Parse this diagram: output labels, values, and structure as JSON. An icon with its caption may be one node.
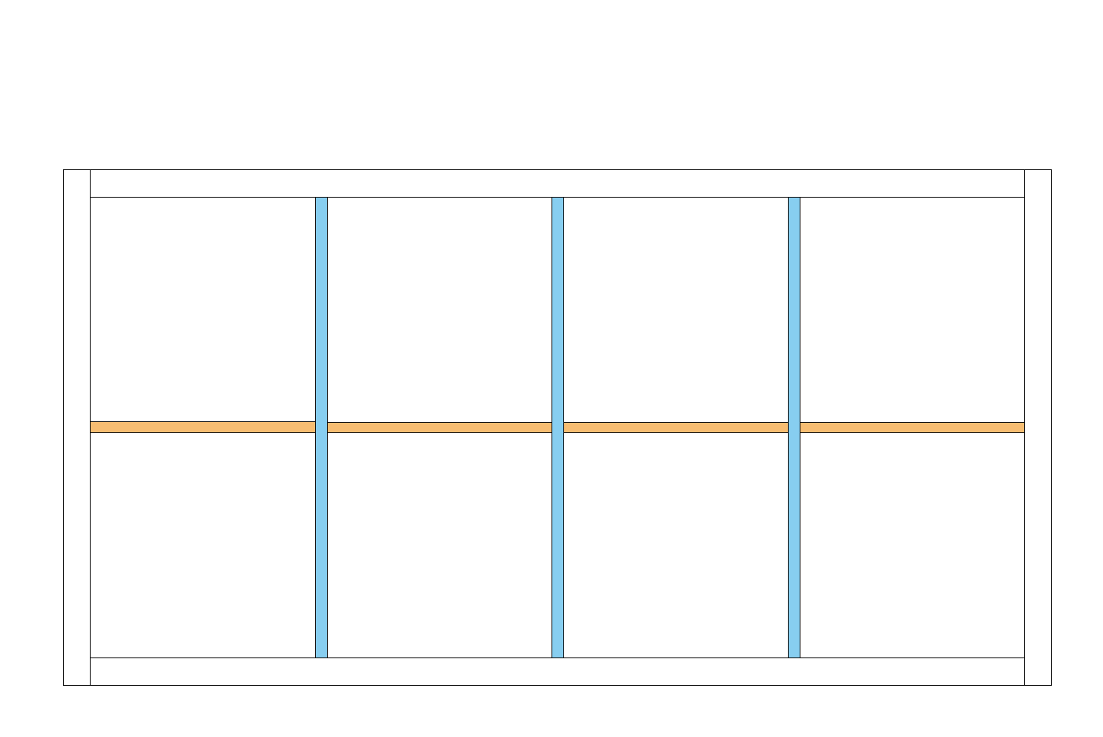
{
  "diagram": {
    "nodes": [
      {
        "text": [],
        "shape": "bar"
      },
      {
        "text": [],
        "shape": "bar"
      },
      {
        "text": [],
        "shape": "bar"
      },
      {
        "text": [],
        "shape": "bar"
      },
      {
        "text": [],
        "shape": "bar"
      },
      {
        "text": [],
        "shape": "bar"
      },
      {
        "text": [],
        "shape": "bar"
      },
      {
        "text": [],
        "shape": "bar"
      },
      {
        "text": [],
        "shape": "bar"
      },
      {
        "text": [],
        "shape": "bar"
      },
      {
        "text": [],
        "shape": "bar"
      }
    ]
  }
}
